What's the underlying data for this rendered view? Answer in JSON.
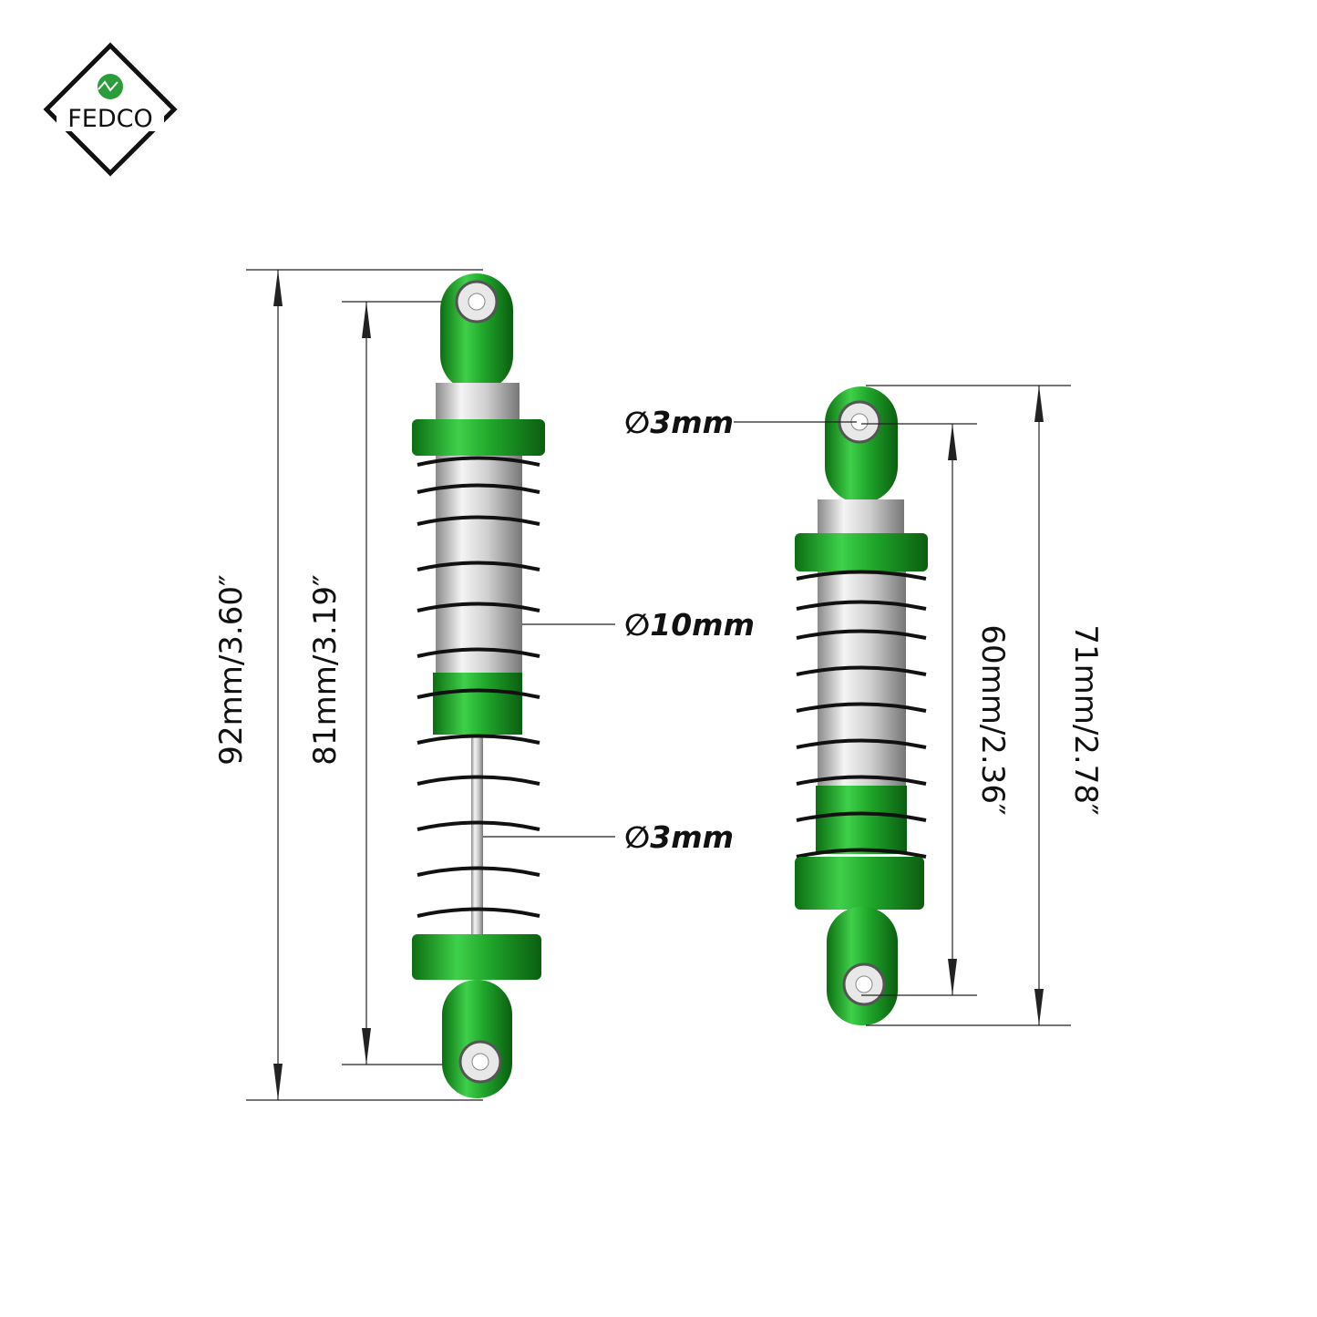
{
  "brand": {
    "logo_text": "FEDCO",
    "accent": "#2a9d3a"
  },
  "colors": {
    "anodized_green": "#1fa52a",
    "silver": "#d9d9d9",
    "spring": "#111111"
  },
  "long_shock": {
    "overall_length": "92mm/3.60″",
    "eye_to_eye": "81mm/3.19″",
    "body_diameter": "∅10mm",
    "shaft_diameter": "∅3mm"
  },
  "short_shock": {
    "eye_diameter": "∅3mm",
    "eye_to_eye": "60mm/2.36″",
    "overall_length": "71mm/2.78″"
  }
}
